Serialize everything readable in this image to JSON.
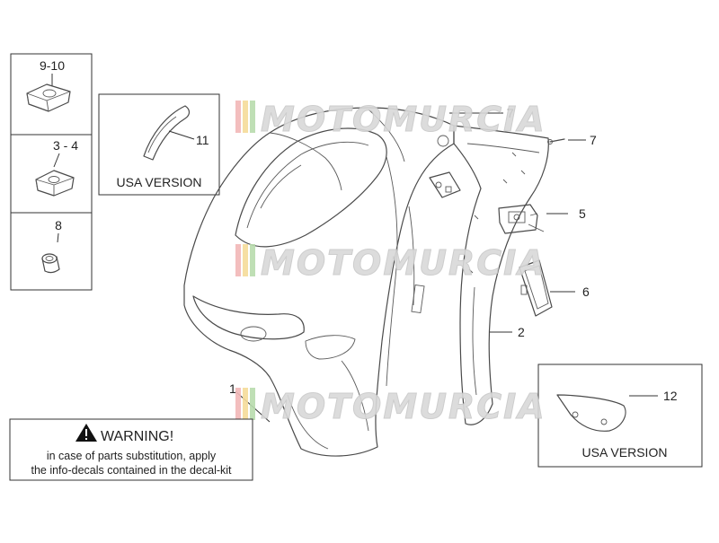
{
  "callouts": {
    "c_9_10": "9-10",
    "c_3_4": "3 - 4",
    "c_8": "8",
    "c_11": "11",
    "c_7a": "7",
    "c_7b": "7",
    "c_5": "5",
    "c_6": "6",
    "c_2": "2",
    "c_1": "1",
    "c_12": "12"
  },
  "usa_version_top": "USA VERSION",
  "usa_version_bottom": "USA VERSION",
  "warning": {
    "title": "WARNING!",
    "line1": "in case of parts substitution, apply",
    "line2": "the info-decals contained in the decal-kit"
  },
  "watermark": {
    "text": "MOTOMURCIA",
    "stripe_colors": [
      "#f2b8b8",
      "#f6dc9a",
      "#b9dcae"
    ]
  },
  "icons": [
    "warning-triangle-icon"
  ]
}
